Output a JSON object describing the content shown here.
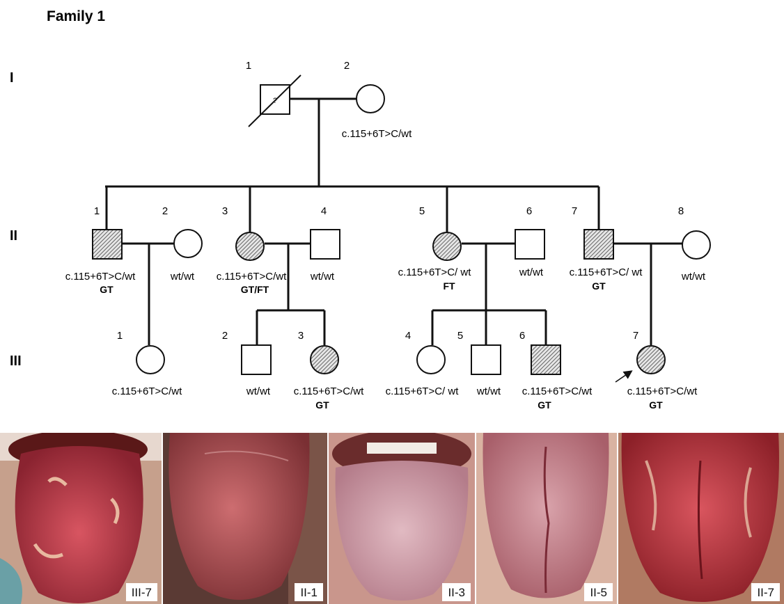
{
  "title": "Family 1",
  "generations": [
    "I",
    "II",
    "III"
  ],
  "individuals": {
    "I1": {
      "number": "1",
      "sex": "male",
      "affected": false,
      "deceased": true,
      "unknown_mark": "?",
      "genotype": "",
      "phenotype": ""
    },
    "I2": {
      "number": "2",
      "sex": "female",
      "affected": false,
      "genotype": "c.115+6T>C/wt",
      "phenotype": ""
    },
    "II1": {
      "number": "1",
      "sex": "male",
      "affected": true,
      "genotype": "c.115+6T>C/wt",
      "phenotype": "GT"
    },
    "II2": {
      "number": "2",
      "sex": "female",
      "affected": false,
      "genotype": "wt/wt",
      "phenotype": ""
    },
    "II3": {
      "number": "3",
      "sex": "female",
      "affected": true,
      "genotype": "c.115+6T>C/wt",
      "phenotype": "GT/FT"
    },
    "II4": {
      "number": "4",
      "sex": "male",
      "affected": false,
      "genotype": "wt/wt",
      "phenotype": ""
    },
    "II5": {
      "number": "5",
      "sex": "female",
      "affected": true,
      "genotype": "c.115+6T>C/ wt",
      "phenotype": "FT"
    },
    "II6": {
      "number": "6",
      "sex": "male",
      "affected": false,
      "genotype": "wt/wt",
      "phenotype": ""
    },
    "II7": {
      "number": "7",
      "sex": "male",
      "affected": true,
      "genotype": "c.115+6T>C/ wt",
      "phenotype": "GT"
    },
    "II8": {
      "number": "8",
      "sex": "female",
      "affected": false,
      "genotype": "wt/wt",
      "phenotype": ""
    },
    "III1": {
      "number": "1",
      "sex": "female",
      "affected": false,
      "genotype": "c.115+6T>C/wt",
      "phenotype": ""
    },
    "III2": {
      "number": "2",
      "sex": "male",
      "affected": false,
      "genotype": "wt/wt",
      "phenotype": ""
    },
    "III3": {
      "number": "3",
      "sex": "female",
      "affected": true,
      "genotype": "c.115+6T>C/wt",
      "phenotype": "GT"
    },
    "III4": {
      "number": "4",
      "sex": "female",
      "affected": false,
      "genotype": "c.115+6T>C/ wt",
      "phenotype": ""
    },
    "III5": {
      "number": "5",
      "sex": "male",
      "affected": false,
      "genotype": "wt/wt",
      "phenotype": ""
    },
    "III6": {
      "number": "6",
      "sex": "male",
      "affected": true,
      "genotype": "c.115+6T>C/wt",
      "phenotype": "GT"
    },
    "III7": {
      "number": "7",
      "sex": "female",
      "affected": true,
      "proband": true,
      "genotype": "c.115+6T>C/wt",
      "phenotype": "GT"
    }
  },
  "photos": [
    {
      "label": "III-7",
      "tone": "#c0454d",
      "dark": "#7a1f2a"
    },
    {
      "label": "II-1",
      "tone": "#b9545a",
      "dark": "#6e2a2e"
    },
    {
      "label": "II-3",
      "tone": "#d7a9b2",
      "dark": "#8c5a66"
    },
    {
      "label": "II-5",
      "tone": "#c9838c",
      "dark": "#7d3a45"
    },
    {
      "label": "II-7",
      "tone": "#c8404a",
      "dark": "#7a1c24"
    }
  ],
  "colors": {
    "line": "#111111",
    "hatch": "#555555",
    "text": "#111111"
  }
}
